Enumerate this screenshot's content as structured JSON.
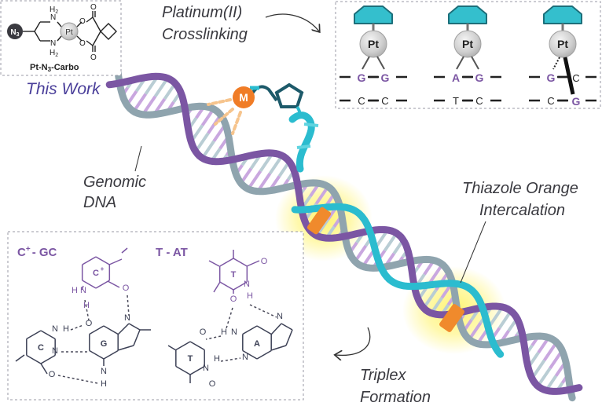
{
  "labels": {
    "platinum_line1": "Platinum(II)",
    "platinum_line2": "Crosslinking",
    "this_work": "This Work",
    "genomic_line1": "Genomic",
    "genomic_line2": "DNA",
    "thiazole_line1": "Thiazole Orange",
    "thiazole_line2": "Intercalation",
    "triplex_line1": "Triplex",
    "triplex_line2": "Formation"
  },
  "compound": {
    "name": "Pt-N",
    "name_sub": "3",
    "name_suffix": "-Carbo",
    "azide": "N",
    "azide_sub": "3",
    "pt": "Pt",
    "nh": "N",
    "h2": "H",
    "h2_sub": "2",
    "o": "O"
  },
  "metal_label": "M",
  "crosslinks": [
    {
      "pt": "Pt",
      "top": [
        "G",
        "G"
      ],
      "bottom": [
        "C",
        "C"
      ]
    },
    {
      "pt": "Pt",
      "top": [
        "A",
        "G"
      ],
      "bottom": [
        "T",
        "C"
      ]
    },
    {
      "pt": "Pt",
      "top": [
        "G",
        "C"
      ],
      "bottom": [
        "C",
        "G"
      ]
    }
  ],
  "triplex": {
    "cgc_title_base": "C",
    "cgc_title_sup": "+",
    "cgc_title_rest": "- GC",
    "tat_title": "T - AT",
    "atoms": {
      "c_plus": "C",
      "c_plus_sup": "+",
      "c": "C",
      "g": "G",
      "t": "T",
      "a": "A",
      "n": "N",
      "o": "O",
      "h": "H"
    }
  },
  "colors": {
    "purple": "#7b56a3",
    "steel": "#8fa4ae",
    "cyan": "#2bbccf",
    "pt_cap": "#34bfcd",
    "metal": "#f07c26",
    "glow": "#fff36a",
    "intercalator": "#f08a2c",
    "text": "#3a3a40",
    "this_work": "#4a3f9a"
  }
}
